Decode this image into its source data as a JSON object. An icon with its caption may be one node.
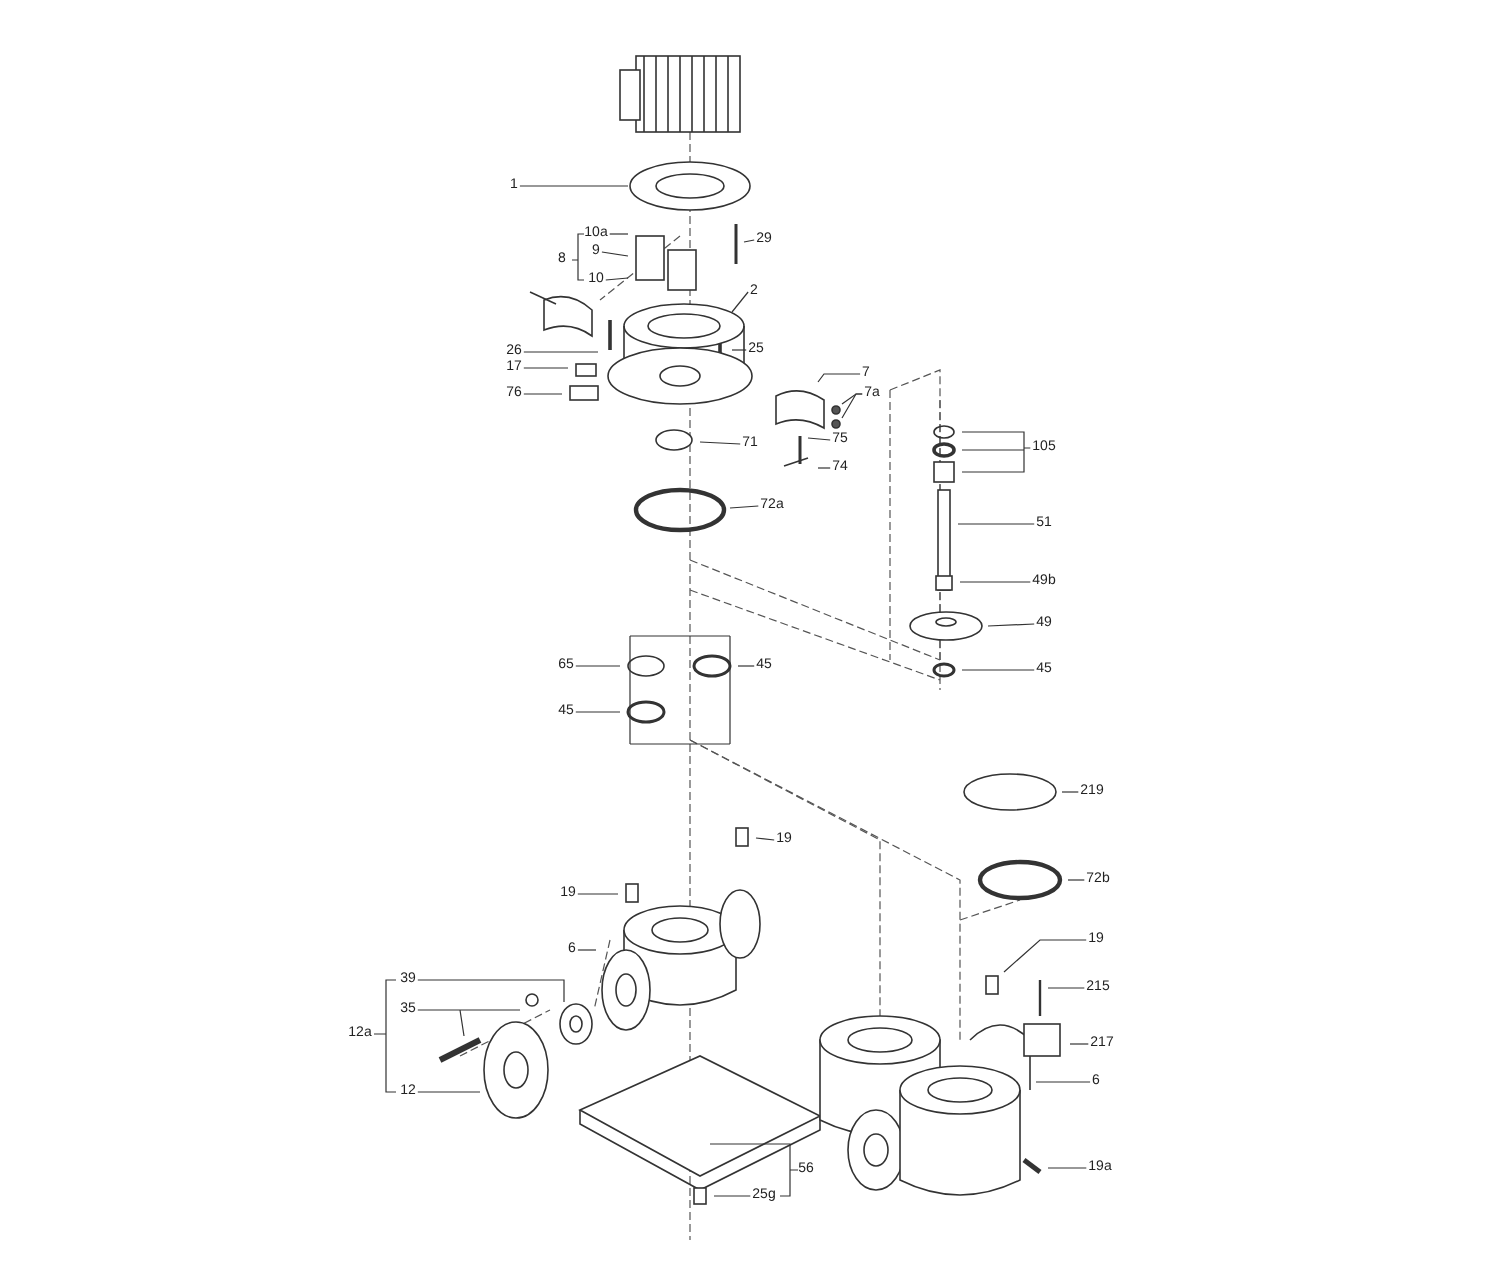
{
  "diagram": {
    "nodes": [
      {
        "text": [
          "1"
        ]
      },
      {
        "text": [
          "10a"
        ]
      },
      {
        "text": [
          "9"
        ]
      },
      {
        "text": [
          "10"
        ]
      },
      {
        "text": [
          "29"
        ]
      },
      {
        "text": [
          "2"
        ]
      },
      {
        "text": [
          "26"
        ]
      },
      {
        "text": [
          "25"
        ]
      },
      {
        "text": [
          "17"
        ]
      },
      {
        "text": [
          "7"
        ]
      },
      {
        "text": [
          "7a"
        ]
      },
      {
        "text": [
          "76"
        ]
      },
      {
        "text": [
          "105"
        ]
      },
      {
        "text": [
          "71"
        ]
      },
      {
        "text": [
          "75"
        ]
      },
      {
        "text": [
          "74"
        ]
      },
      {
        "text": [
          "72a"
        ]
      },
      {
        "text": [
          "51"
        ]
      },
      {
        "text": [
          "49b"
        ]
      },
      {
        "text": [
          "49"
        ]
      },
      {
        "text": [
          "65"
        ]
      },
      {
        "text": [
          "45"
        ]
      },
      {
        "text": [
          "45"
        ]
      },
      {
        "text": [
          "45"
        ]
      },
      {
        "text": [
          "219"
        ]
      },
      {
        "text": [
          "19"
        ]
      },
      {
        "text": [
          "72b"
        ]
      },
      {
        "text": [
          "19"
        ]
      },
      {
        "text": [
          "19"
        ]
      },
      {
        "text": [
          "6"
        ]
      },
      {
        "text": [
          "39"
        ]
      },
      {
        "text": [
          "215"
        ]
      },
      {
        "text": [
          "35"
        ]
      },
      {
        "text": [
          "217"
        ]
      },
      {
        "text": [
          "6"
        ]
      },
      {
        "text": [
          "12"
        ]
      },
      {
        "text": [
          "19a"
        ]
      },
      {
        "text": [
          "25g"
        ]
      },
      {
        "text": [],
        "shape": "picture"
      },
      {
        "text": [],
        "shape": "circle"
      },
      {
        "text": [],
        "shape": "circle"
      },
      {
        "text": [],
        "shape": "picture"
      }
    ],
    "edges": [
      {
        "from": 0,
        "to": 38,
        "arrow": "none"
      },
      {
        "from": 1,
        "to": null,
        "arrow": "none"
      },
      {
        "from": 2,
        "to": null,
        "arrow": "none"
      },
      {
        "from": 3,
        "to": null,
        "arrow": "none"
      },
      {
        "from": 4,
        "to": null,
        "arrow": "none"
      },
      {
        "from": 5,
        "to": null,
        "arrow": "none"
      },
      {
        "from": 6,
        "to": null,
        "arrow": "none"
      },
      {
        "from": 7,
        "to": null,
        "arrow": "none"
      },
      {
        "from": 8,
        "to": null,
        "arrow": "none"
      },
      {
        "from": 9,
        "to": null,
        "arrow": "none"
      },
      {
        "from": 10,
        "to": 39,
        "arrow": "none"
      },
      {
        "from": 11,
        "to": null,
        "arrow": "none"
      },
      {
        "from": 12,
        "to": null,
        "arrow": "none"
      },
      {
        "from": 13,
        "to": null,
        "arrow": "none"
      },
      {
        "from": 14,
        "to": null,
        "arrow": "none"
      },
      {
        "from": 15,
        "to": null,
        "arrow": "none"
      },
      {
        "from": 16,
        "to": null,
        "arrow": "none"
      },
      {
        "from": 17,
        "to": null,
        "arrow": "none"
      },
      {
        "from": 18,
        "to": null,
        "arrow": "none"
      },
      {
        "from": 19,
        "to": null,
        "arrow": "none"
      },
      {
        "from": 20,
        "to": null,
        "arrow": "none"
      },
      {
        "from": 21,
        "to": null,
        "arrow": "none"
      },
      {
        "from": 22,
        "to": null,
        "arrow": "none"
      },
      {
        "from": 23,
        "to": null,
        "arrow": "none"
      },
      {
        "from": 24,
        "to": null,
        "arrow": "none"
      },
      {
        "from": 25,
        "to": null,
        "arrow": "none"
      },
      {
        "from": 26,
        "to": null,
        "arrow": "none"
      },
      {
        "from": 27,
        "to": null,
        "arrow": "none"
      },
      {
        "from": 28,
        "to": null,
        "arrow": "none"
      },
      {
        "from": 29,
        "to": null,
        "arrow": "none"
      },
      {
        "from": 30,
        "to": 41,
        "arrow": "none"
      },
      {
        "from": 31,
        "to": null,
        "arrow": "none"
      },
      {
        "from": 32,
        "to": null,
        "arrow": "none"
      },
      {
        "from": 33,
        "to": null,
        "arrow": "none"
      },
      {
        "from": 34,
        "to": null,
        "arrow": "none"
      },
      {
        "from": 35,
        "to": null,
        "arrow": "none"
      },
      {
        "from": 36,
        "to": null,
        "arrow": "none"
      },
      {
        "from": 37,
        "to": null,
        "arrow": "none"
      },
      {
        "from": 10,
        "to": 40,
        "arrow": "none"
      }
    ],
    "labels": [
      "8",
      "12a",
      "56"
    ]
  }
}
